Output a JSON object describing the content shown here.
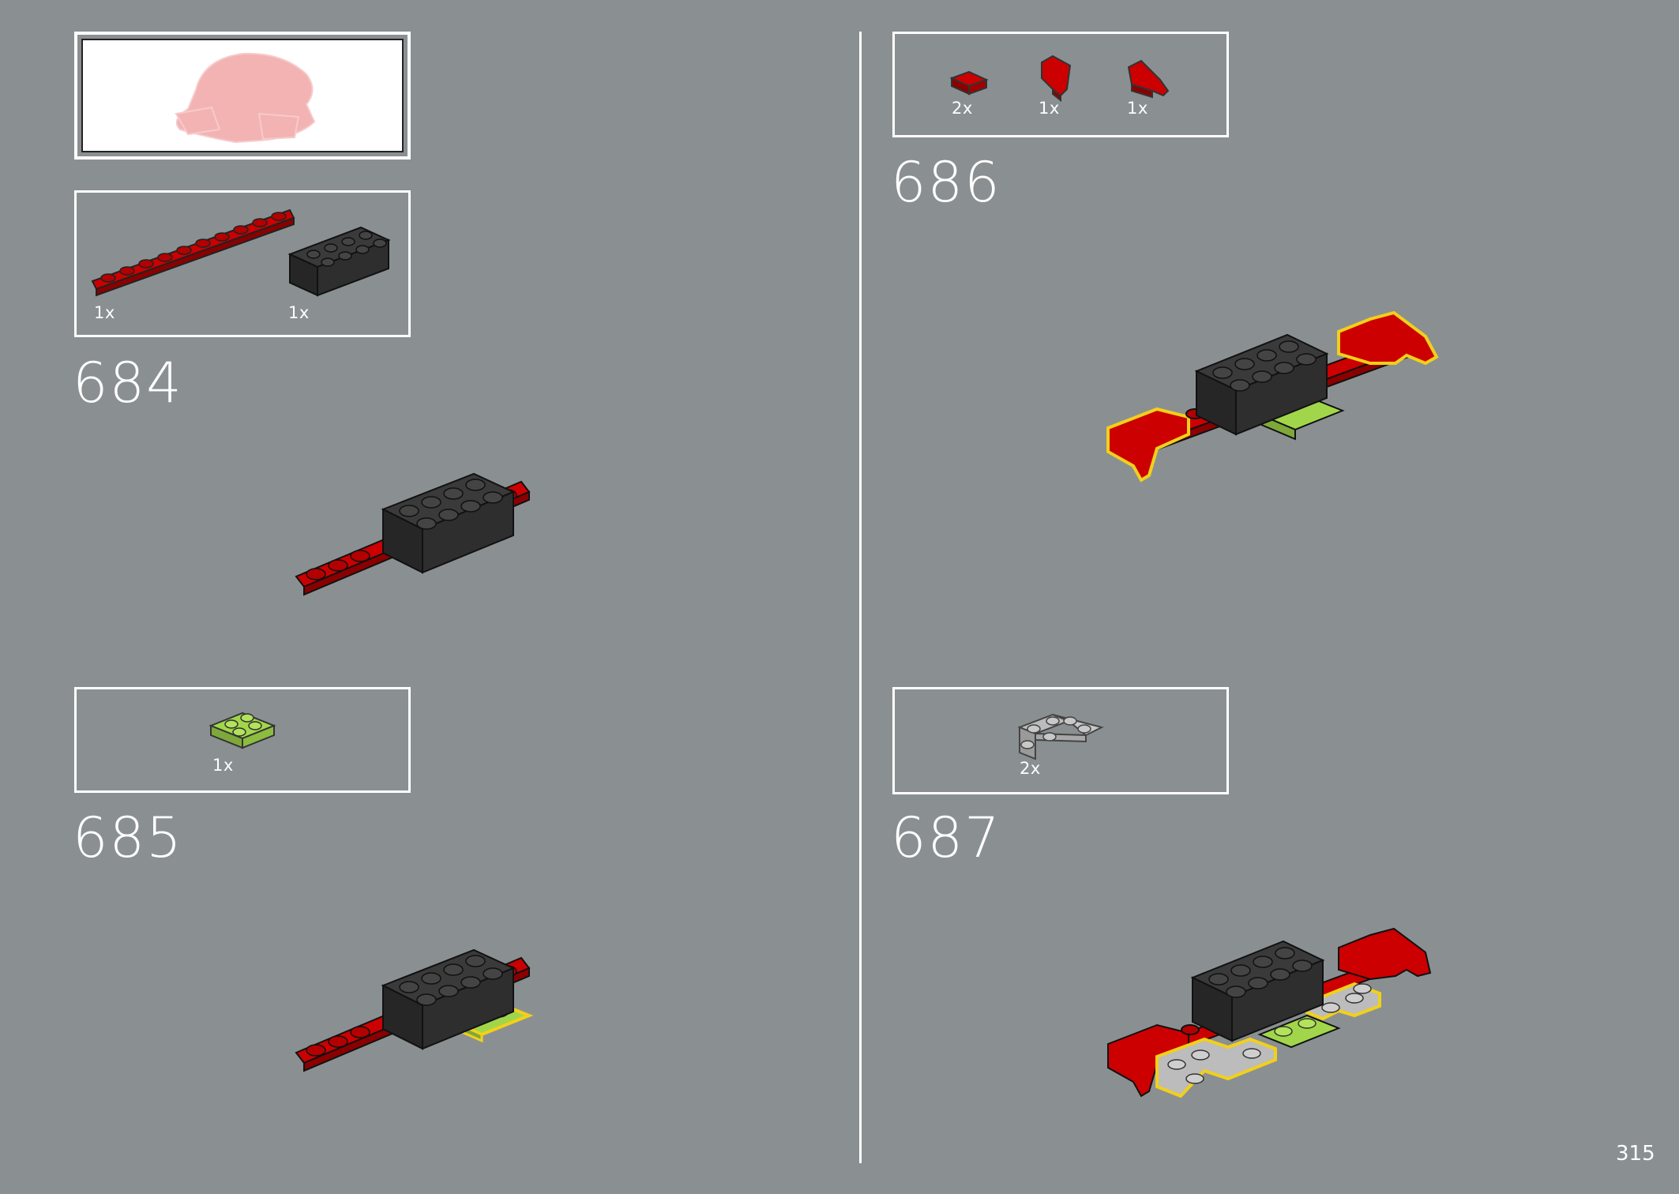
{
  "page_number": "315",
  "colors": {
    "background": "#8a9092",
    "red": "#cc0000",
    "black_brick": "#303030",
    "lime": "#a2d64a",
    "light_gray": "#bcbcbc",
    "highlight": "#f2d01a",
    "ghost_pink": "#f3b3b3"
  },
  "steps": [
    {
      "number": "684",
      "parts": [
        {
          "name": "red-plate-1x10",
          "qty": "1x"
        },
        {
          "name": "black-brick-2x4",
          "qty": "1x"
        }
      ]
    },
    {
      "number": "685",
      "parts": [
        {
          "name": "lime-plate-2x2",
          "qty": "1x"
        }
      ]
    },
    {
      "number": "686",
      "parts": [
        {
          "name": "red-tile-1x1",
          "qty": "2x"
        },
        {
          "name": "red-wedge-left",
          "qty": "1x"
        },
        {
          "name": "red-wedge-right",
          "qty": "1x"
        }
      ]
    },
    {
      "number": "687",
      "parts": [
        {
          "name": "gray-corner-plate",
          "qty": "2x"
        }
      ]
    }
  ]
}
